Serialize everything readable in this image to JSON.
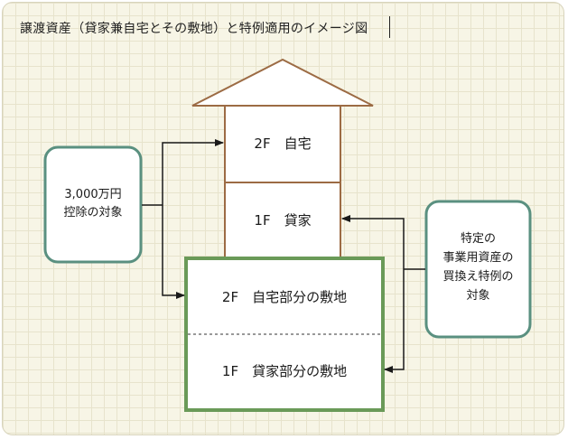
{
  "title": "譲渡資産（貸家兼自宅とその敷地）と特例適用のイメージ図",
  "house": {
    "floor2": "2F　自宅",
    "floor1": "1F　貸家"
  },
  "land": {
    "upper": "2F　自宅部分の敷地",
    "lower": "1F　貸家部分の敷地"
  },
  "left_note": {
    "line1": "3,000万円",
    "line2": "控除の対象"
  },
  "right_note": {
    "line1": "特定の",
    "line2": "事業用資産の",
    "line3": "買換え特例の",
    "line4": "対象"
  },
  "colors": {
    "house_outline": "#9c6b44",
    "land_border": "#6a9a58",
    "note_border": "#5a9080",
    "arrow": "#1a1a1a"
  }
}
